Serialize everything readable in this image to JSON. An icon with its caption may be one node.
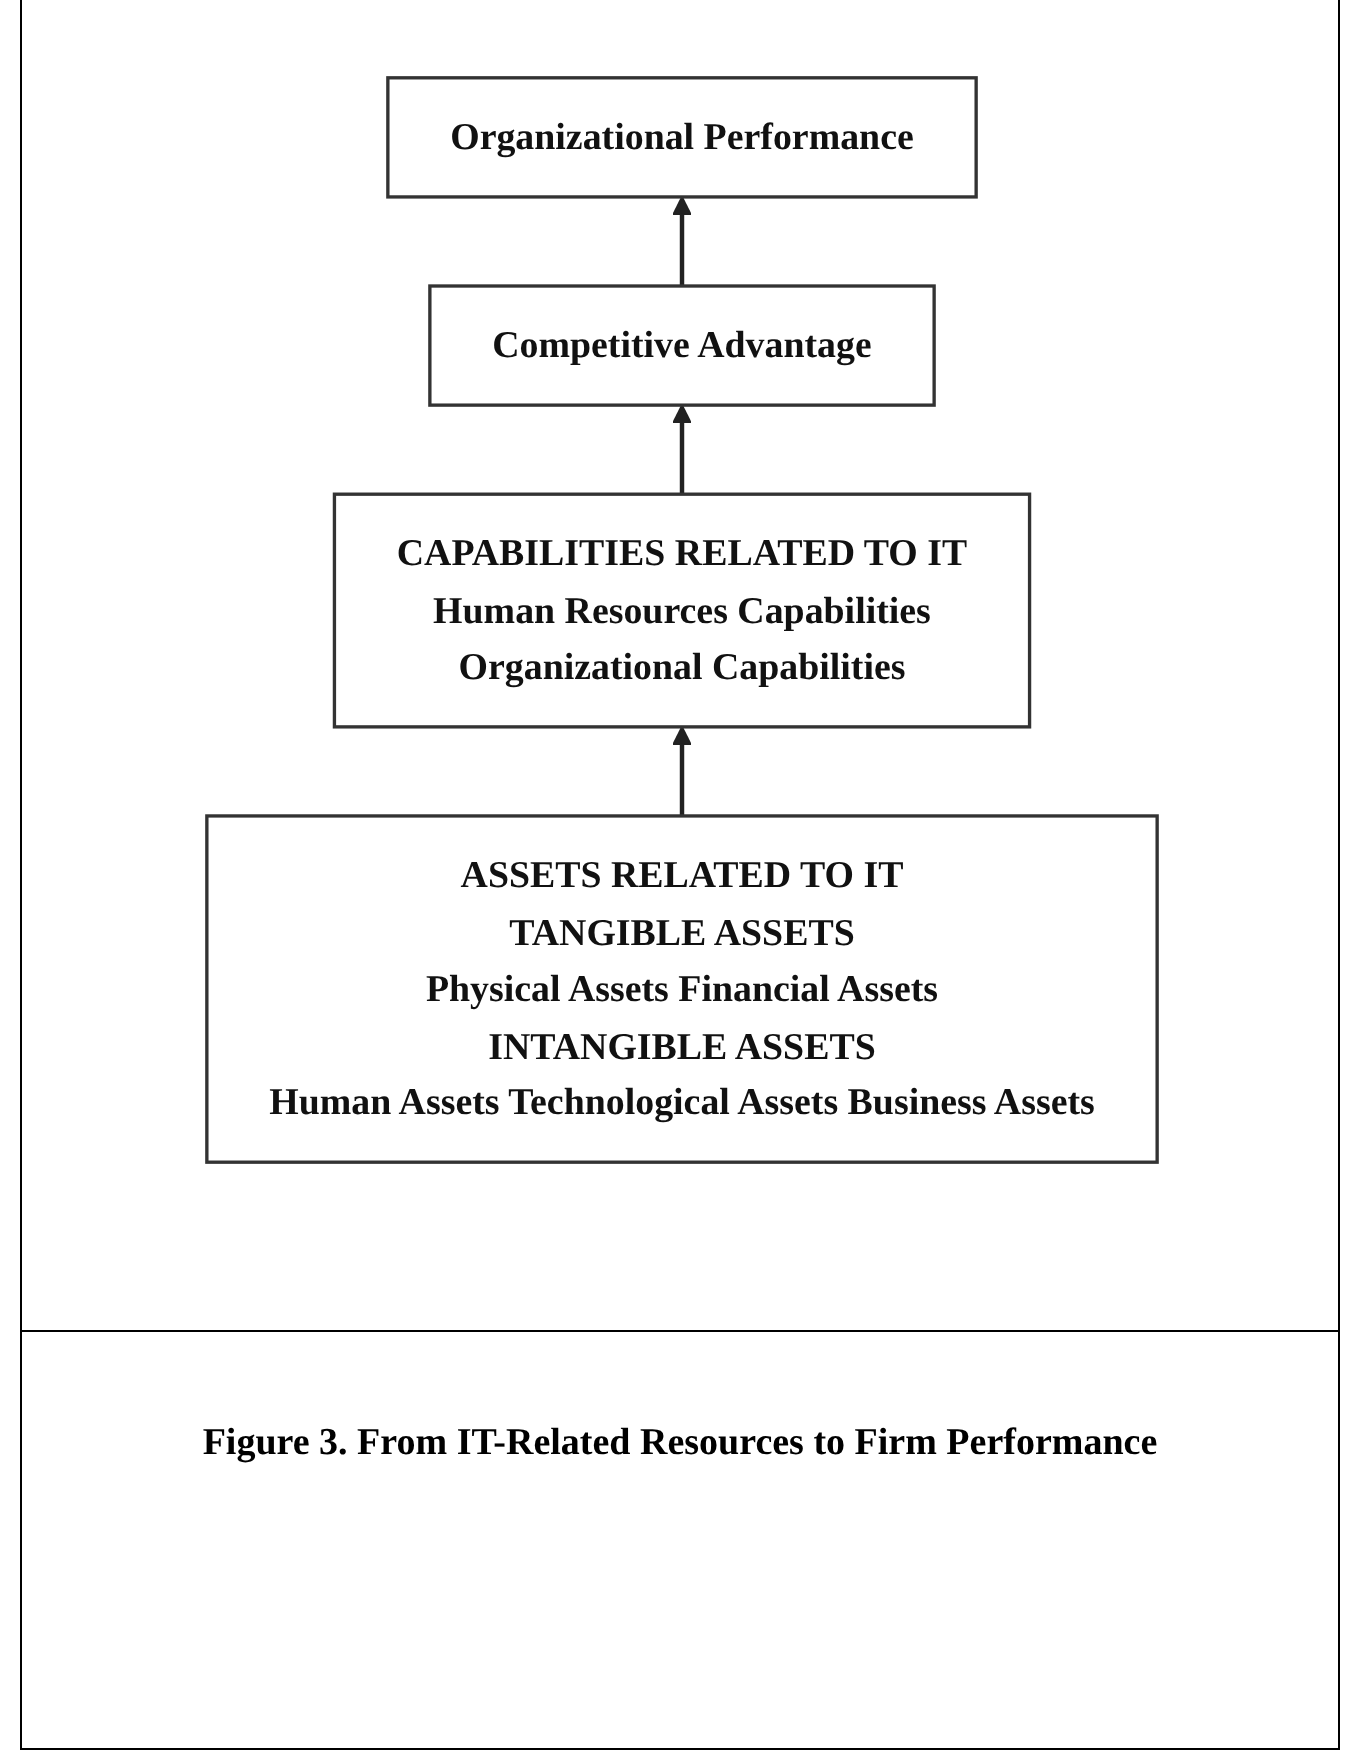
{
  "diagram": {
    "caption": "Figure 3.  From IT-Related Resources to Firm Performance",
    "nodes": [
      {
        "text": [
          "Organizational Performance"
        ]
      },
      {
        "text": [
          "Competitive Advantage"
        ]
      },
      {
        "text": [
          "CAPABILITIES RELATED TO IT",
          "Human Resources Capabilities",
          "Organizational Capabilities"
        ]
      },
      {
        "text": [
          "ASSETS RELATED TO IT",
          "TANGIBLE ASSETS",
          "Physical Assets Financial Assets",
          "INTANGIBLE ASSETS",
          "Human Assets Technological Assets Business Assets"
        ]
      }
    ],
    "edges": [
      {
        "from": 3,
        "to": 2,
        "arrow": "to"
      },
      {
        "from": 2,
        "to": 1,
        "arrow": "to"
      },
      {
        "from": 1,
        "to": 0,
        "arrow": "to"
      }
    ]
  }
}
